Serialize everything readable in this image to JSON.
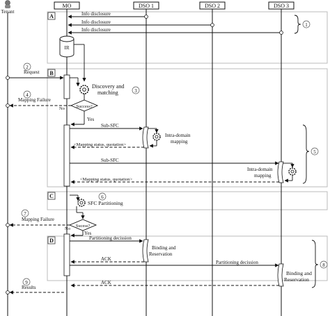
{
  "participants": {
    "tenant": "Tenant",
    "mo": "MO",
    "dso1": "DSO 1",
    "dso2": "DSO 2",
    "dso3": "DSO 3"
  },
  "sections": {
    "a": "A",
    "b": "B",
    "c": "C",
    "d": "D"
  },
  "steps": {
    "s1": "1",
    "s2": "2",
    "s3": "3",
    "s4": "4",
    "s5": "5",
    "s6": "6",
    "s7": "7",
    "s8": "8",
    "s9": "9"
  },
  "messages": {
    "info1": "Info disclosure",
    "info2": "Info disclosure",
    "info3": "Info disclosure",
    "request": "Request",
    "mapping_failure_1": "Mapping Failure",
    "no_1": "No",
    "yes_1": "Yes",
    "success_1": "Success?",
    "sub_sfc_1": "Sub-SFC",
    "mapping_status_1": "<Mapping status, quotation>",
    "sub_sfc_2": "Sub-SFC",
    "mapping_status_2": "<Mapping status, quotation>",
    "mapping_failure_2": "Mapping Failure",
    "no_2": "No",
    "yes_2": "Yes",
    "success_2": "Sucess?",
    "partitioning_1": "Partitioning decission",
    "ack_1": "ACK",
    "partitioning_2": "Partitioning decission",
    "ack_2": "ACK",
    "results": "Results"
  },
  "processes": {
    "ir": "IR",
    "discovery_1": "Discovery and",
    "discovery_2": "matching",
    "intra1_1": "Intra-domain",
    "intra1_2": "mapping",
    "intra3_1": "Intra-domain",
    "intra3_2": "mapping",
    "sfc_partitioning": "SFC Partitioning",
    "binding1_1": "Binding and",
    "binding1_2": "Reservation",
    "binding3_1": "Binding and",
    "binding3_2": "Reservation"
  }
}
